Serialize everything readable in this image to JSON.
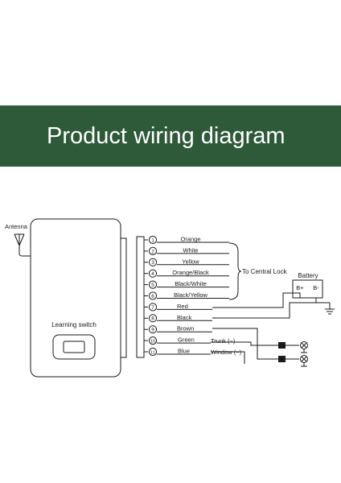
{
  "banner": {
    "title": "Product wiring diagram"
  },
  "antenna_label": "Antenna",
  "learning_switch_label": "Learning switch",
  "wires": [
    {
      "num": "1",
      "color": "Orange"
    },
    {
      "num": "2",
      "color": "White"
    },
    {
      "num": "3",
      "color": "Yellow"
    },
    {
      "num": "4",
      "color": "Orange/Black"
    },
    {
      "num": "5",
      "color": "Black/White"
    },
    {
      "num": "6",
      "color": "Black/Yellow"
    },
    {
      "num": "7",
      "color": "Red"
    },
    {
      "num": "8",
      "color": "Black"
    },
    {
      "num": "9",
      "color": "Brown"
    },
    {
      "num": "10",
      "color": "Green"
    },
    {
      "num": "11",
      "color": "Blue"
    }
  ],
  "central_lock_label": "To Central Lock",
  "battery": {
    "label": "Battery",
    "plus": "B+",
    "minus": "B-"
  },
  "trunk_label": "Trunk (−)",
  "window_label": "Window (−)",
  "colors": {
    "banner": "#2e5a3a",
    "line": "#1a1a1a"
  }
}
